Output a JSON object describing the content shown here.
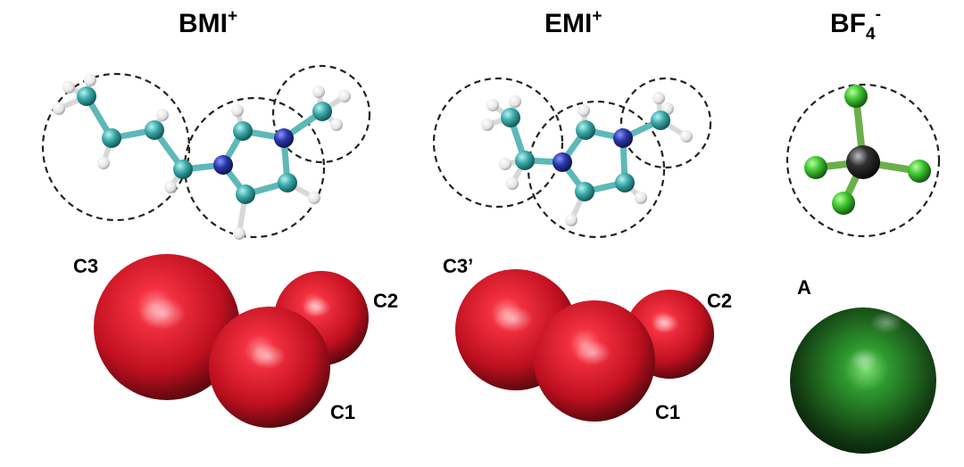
{
  "molecules": {
    "bmi": {
      "title_main": "BMI",
      "title_sup": "+",
      "beads": {
        "c3": "C3",
        "c2": "C2",
        "c1": "C1"
      }
    },
    "emi": {
      "title_main": "EMI",
      "title_sup": "+",
      "beads": {
        "c3": "C3’",
        "c2": "C2",
        "c1": "C1"
      }
    },
    "bf4": {
      "title_main": "BF",
      "title_sub": "4",
      "title_sup": "-",
      "beads": {
        "a": "A"
      }
    }
  },
  "colors": {
    "cation_bead": "#e0202e",
    "anion_bead": "#2e9a2e",
    "carbon_atom": "#3aa8a8",
    "nitrogen_atom": "#2a36a8",
    "hydrogen_atom": "#f2f2f2",
    "boron_atom": "#303030",
    "fluorine_atom": "#3cc22e"
  }
}
